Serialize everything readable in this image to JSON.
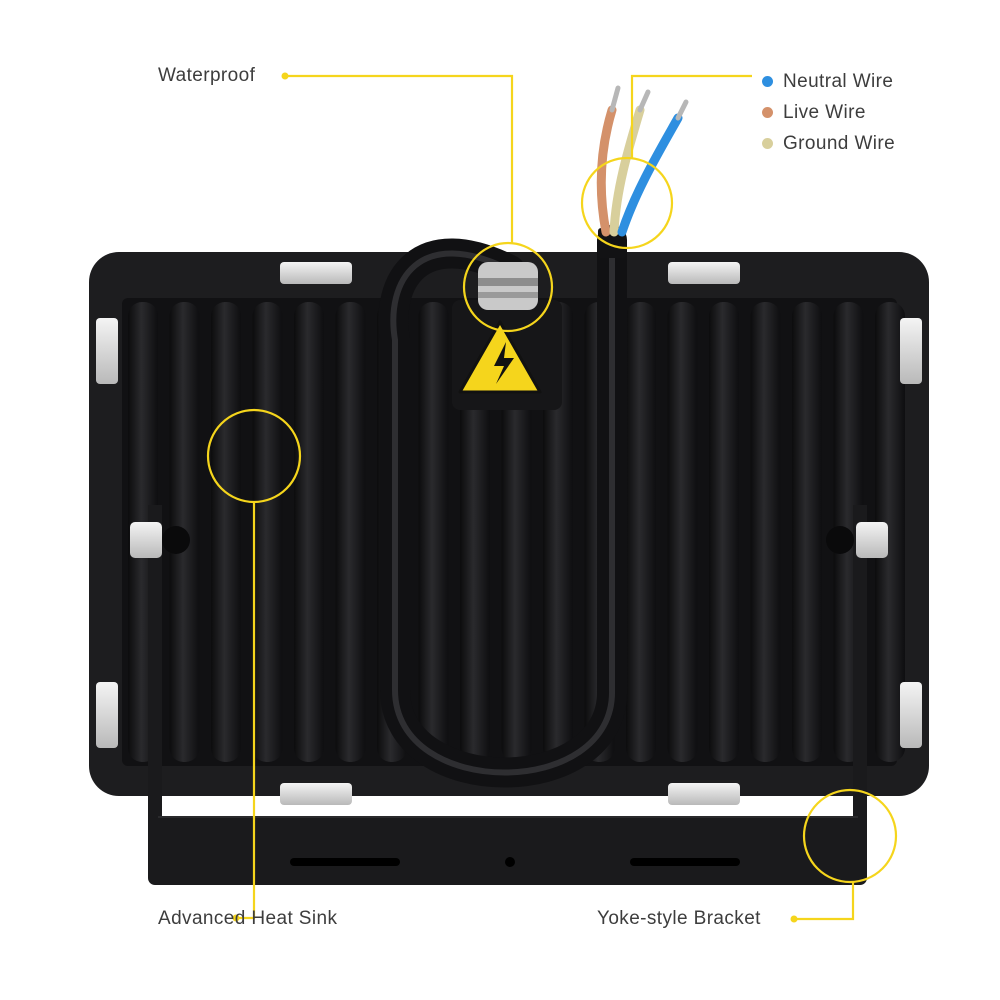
{
  "labels": {
    "waterproof": "Waterproof",
    "heat_sink": "Advanced Heat Sink",
    "bracket": "Yoke-style Bracket"
  },
  "legend": [
    {
      "label": "Neutral Wire",
      "color": "#2e8fe0"
    },
    {
      "label": "Live Wire",
      "color": "#d4916a"
    },
    {
      "label": "Ground Wire",
      "color": "#d8cf9c"
    }
  ],
  "colors": {
    "callout": "#f5d51c",
    "housing": "#1d1d1f",
    "cable": "#151517"
  },
  "icons": [
    "electrical-hazard-warning-icon"
  ]
}
